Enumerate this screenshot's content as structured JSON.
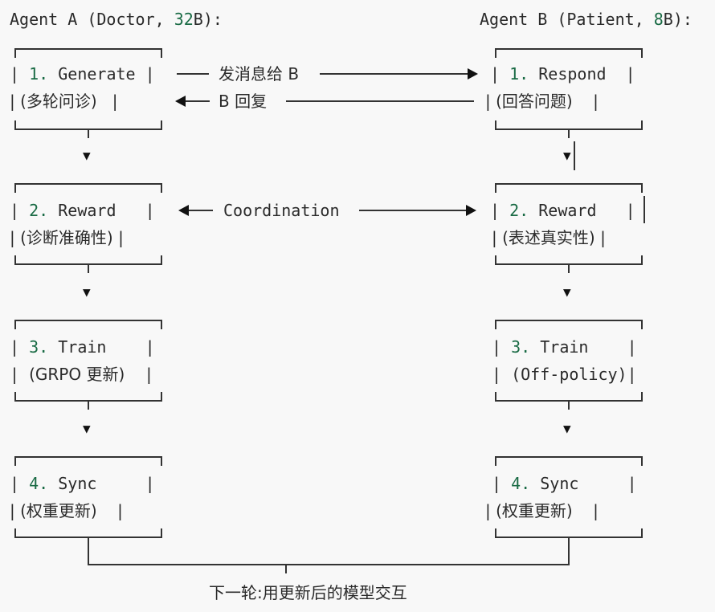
{
  "header": {
    "agent_a": "Agent A (Doctor, ",
    "agent_a_size": "32",
    "agent_a_tail": "B):",
    "agent_b": "Agent B (Patient, ",
    "agent_b_size": "8",
    "agent_b_tail": "B):"
  },
  "left": [
    {
      "num": "1.",
      "title": "Generate",
      "sub": "(多轮问诊)"
    },
    {
      "num": "2.",
      "title": "Reward",
      "sub": "(诊断准确性)"
    },
    {
      "num": "3.",
      "title": "Train",
      "sub": "(GRPO 更新)"
    },
    {
      "num": "4.",
      "title": "Sync",
      "sub": "(权重更新)"
    }
  ],
  "right": [
    {
      "num": "1.",
      "title": "Respond",
      "sub": "(回答问题)"
    },
    {
      "num": "2.",
      "title": "Reward",
      "sub": "(表述真实性)"
    },
    {
      "num": "3.",
      "title": "Train",
      "sub": "(Off-policy)"
    },
    {
      "num": "4.",
      "title": "Sync",
      "sub": "(权重更新)"
    }
  ],
  "links": {
    "send": "发消息给 B",
    "reply": "B 回复",
    "coordination": "Coordination"
  },
  "footer": "下一轮:用更新后的模型交互"
}
